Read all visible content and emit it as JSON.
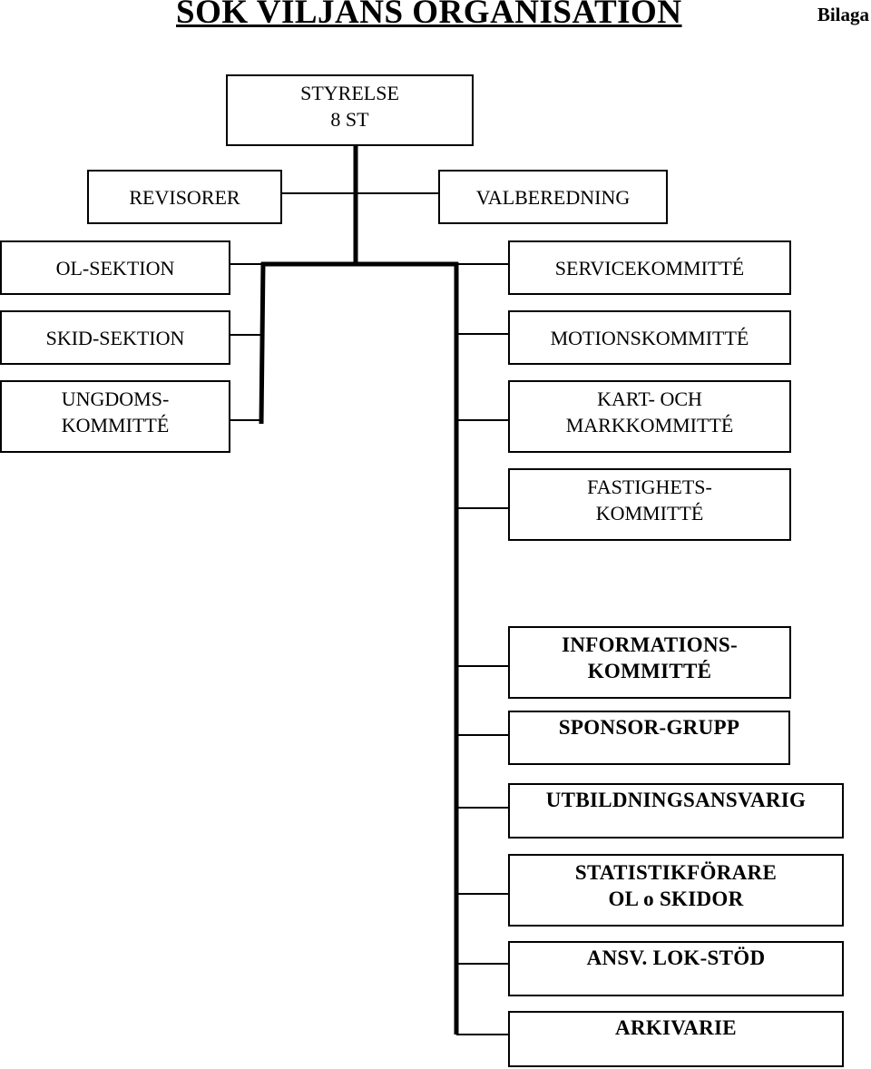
{
  "header": {
    "title": "SOK VILJANS ORGANISATION",
    "tag": "Bilaga"
  },
  "top": {
    "styrelse": [
      "STYRELSE",
      "8 ST"
    ]
  },
  "left": {
    "revisorer": "REVISORER",
    "ol_sektion": "OL-SEKTION",
    "skid_sektion": "SKID-SEKTION",
    "ungdom": [
      "UNGDOMS-",
      "KOMMITTÉ"
    ]
  },
  "right": {
    "valberedning": "VALBEREDNING",
    "service": "SERVICEKOMMITTÉ",
    "motion": "MOTIONSKOMMITTÉ",
    "kart": [
      "KART- OCH",
      "MARKKOMMITTÉ"
    ],
    "fastighet": [
      "FASTIGHETS-",
      "KOMMITTÉ"
    ],
    "information": [
      "INFORMATIONS-",
      "KOMMITTÉ"
    ],
    "sponsor": "SPONSOR-GRUPP",
    "utbildning": "UTBILDNINGSANSVARIG",
    "statistik": [
      "STATISTIKFÖRARE",
      "OL o SKIDOR"
    ],
    "lokstod": "ANSV. LOK-STÖD",
    "arkivarie": "ARKIVARIE"
  }
}
